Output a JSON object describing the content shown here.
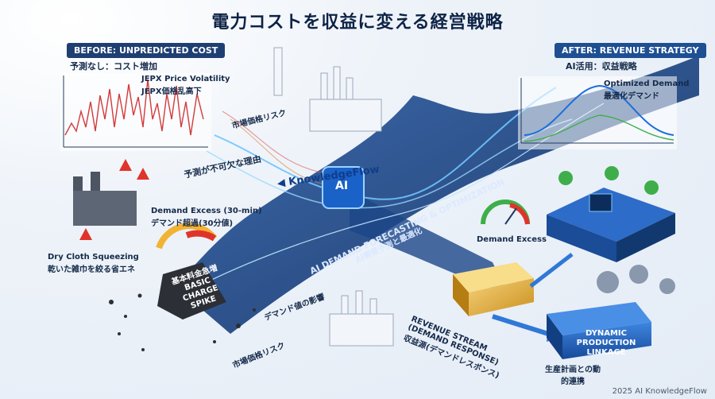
{
  "title": "電力コストを収益に変える経営戦略",
  "before": {
    "badge": "BEFORE: UNPREDICTED COST",
    "heading": "予測なし：コスト増加",
    "volatility_en": "JEPX Price Volatility",
    "volatility_jp": "JEPX価格乱高下",
    "risk_top": "市場価格リスク",
    "reason": "予測が不可欠な理由",
    "demand_excess_en": "Demand Excess (30-min)",
    "demand_excess_jp": "デマンド超過(30分値)",
    "dry_cloth_en": "Dry Cloth Squeezing",
    "dry_cloth_jp": "乾いた雑巾を絞る省エネ",
    "spike_jp": "基本料金急増",
    "spike_en": "BASIC CHARGE SPIKE",
    "demand_impact": "デマンド値の影響",
    "risk_bottom": "市場価格リスク"
  },
  "center": {
    "brand": "KnowledgeFlow",
    "chip": "AI",
    "band_en": "AI DEMAND FORECASTING & OPTIMIZATION",
    "band_jp": "AI需要予測と最適化"
  },
  "after": {
    "badge": "AFTER: REVENUE STRATEGY",
    "heading": "AI活用：収益戦略",
    "optimized_en": "Optimized Demand",
    "optimized_jp": "最適化デマンド",
    "gauge_label": "Demand Excess",
    "revenue_en": "REVENUE STREAM",
    "revenue_en2": "(DEMAND RESPONSE)",
    "revenue_jp": "収益源(デマンドレスポンス)",
    "dynamic": "DYNAMIC PRODUCTION LINKAGE",
    "linkage_jp": "生産計画との動的連携"
  },
  "footer": "2025 AI KnowledgeFlow",
  "colors": {
    "navy": "#0d2346",
    "accent": "#1d6fd8",
    "warning": "#e0342b",
    "gold": "#e2b23c"
  }
}
